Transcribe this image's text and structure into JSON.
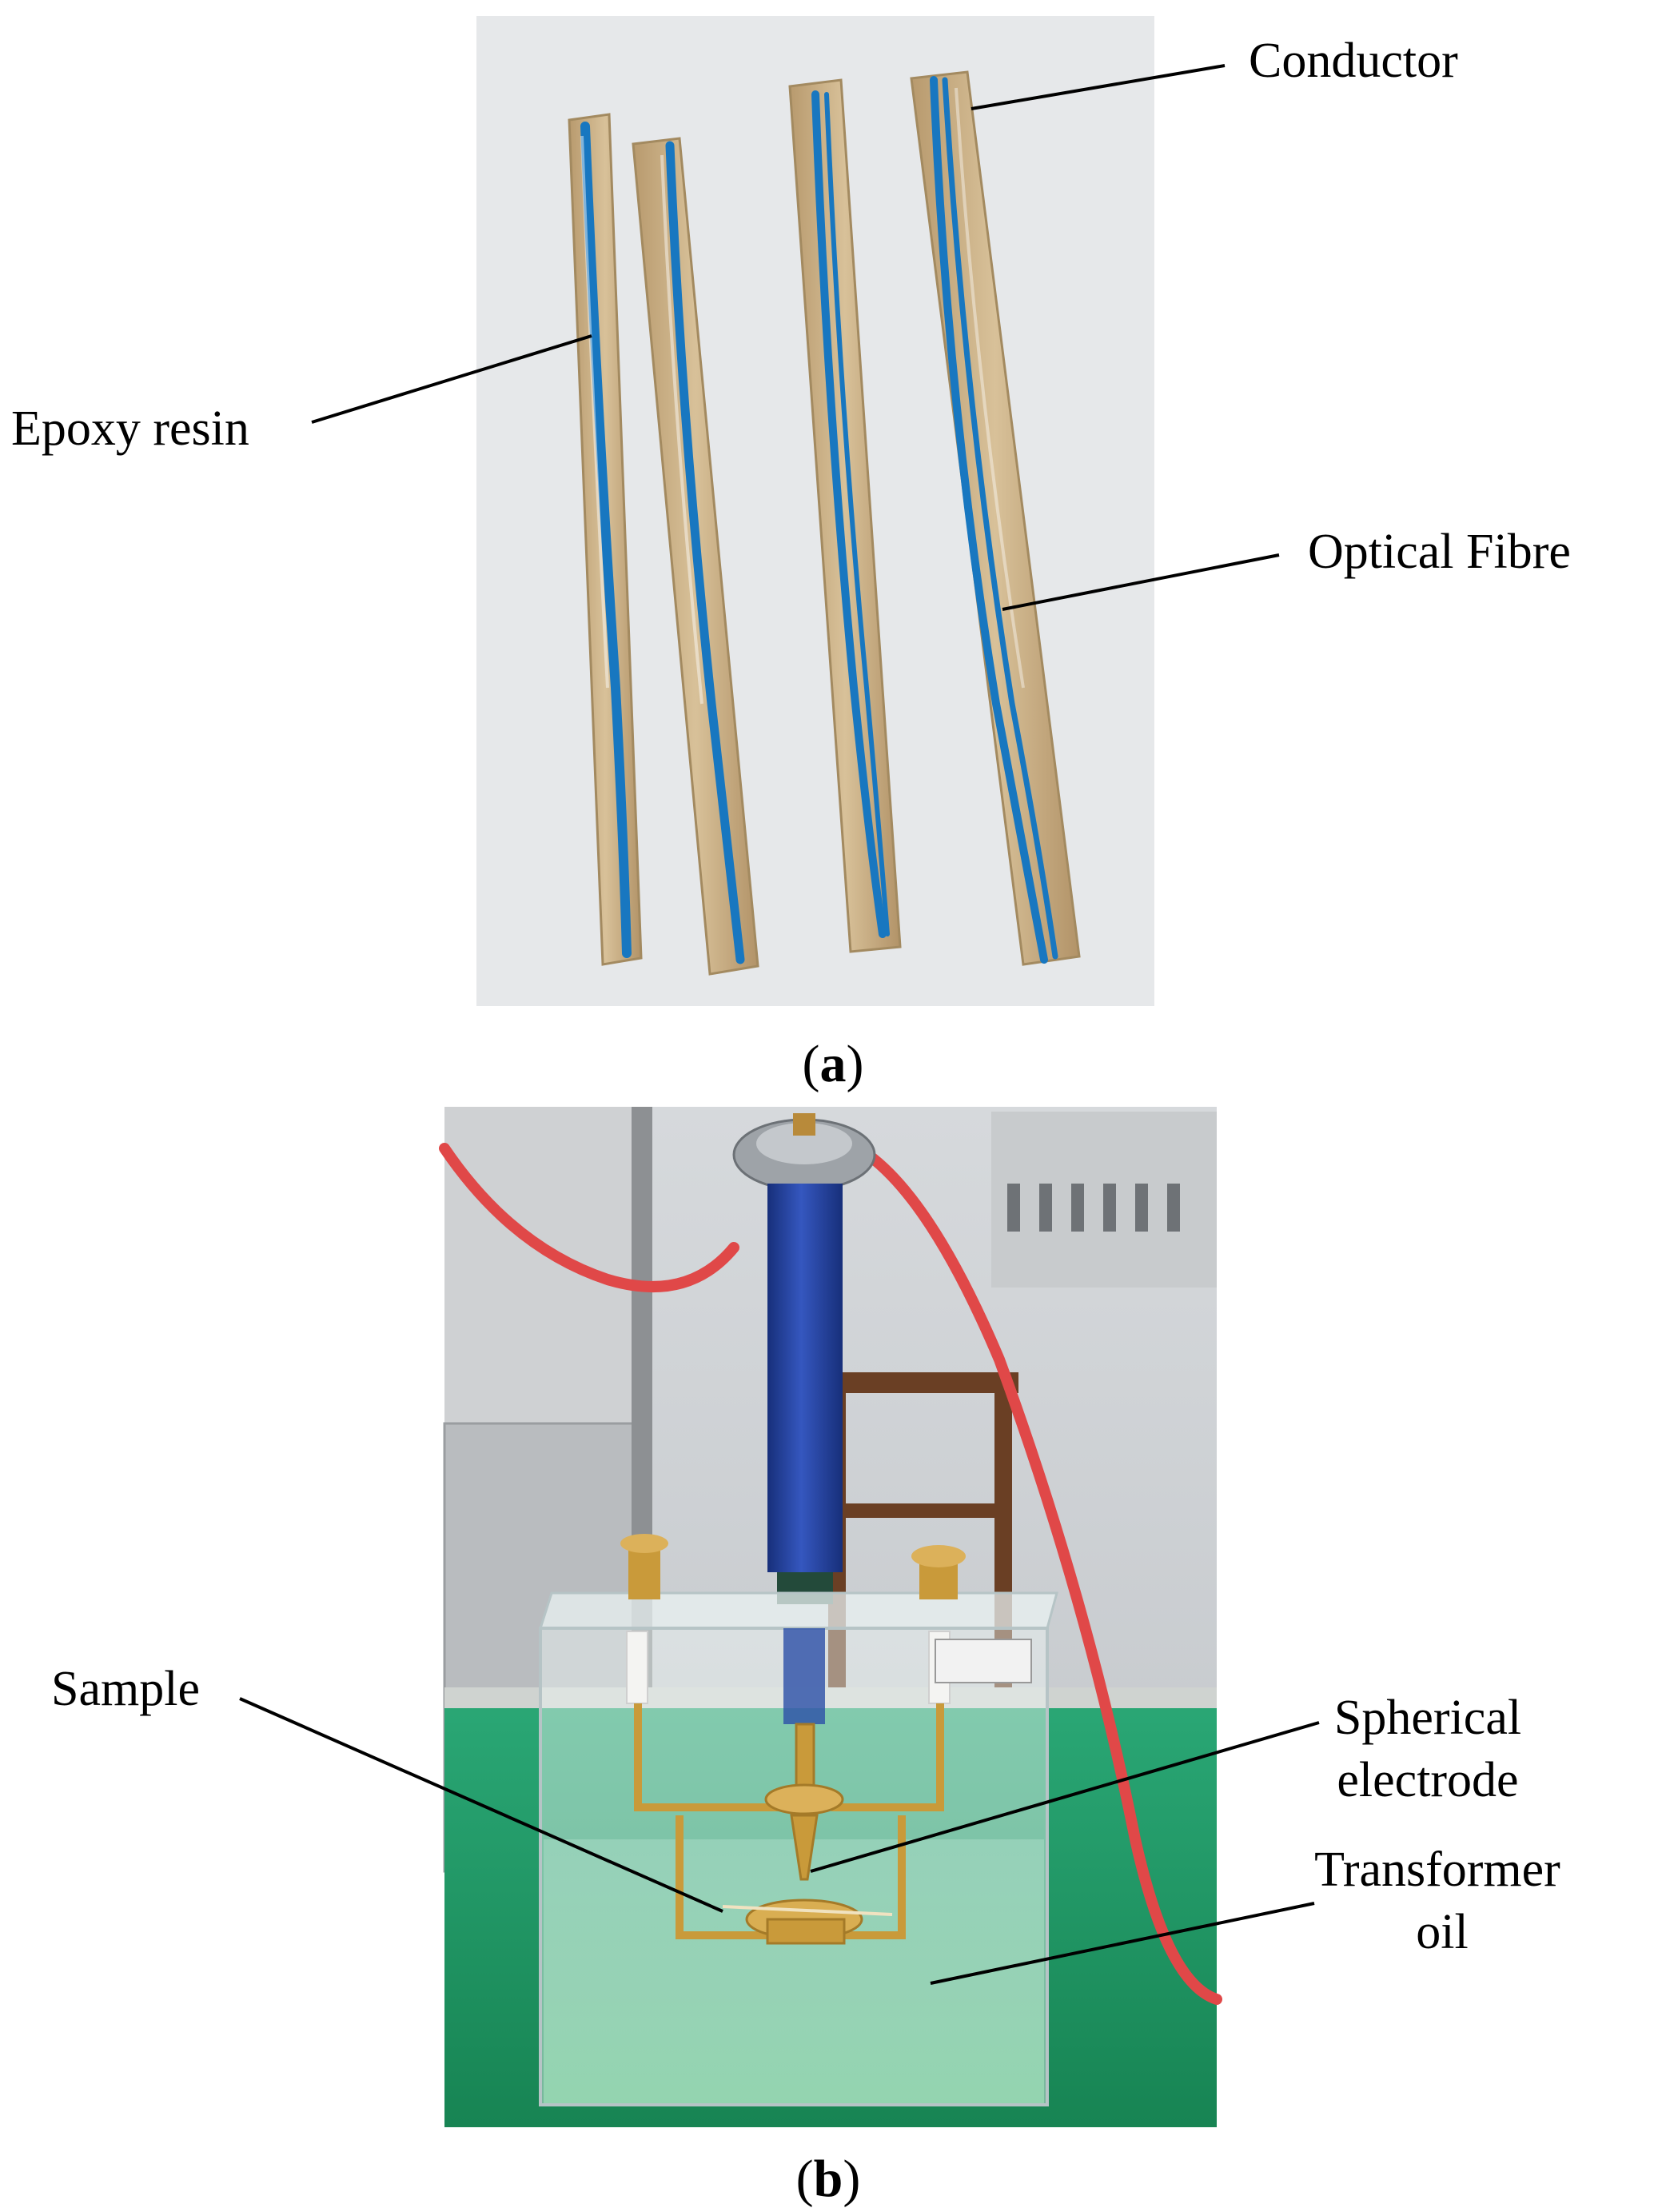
{
  "panels": [
    {
      "id": "a",
      "caption": {
        "open": "(",
        "letter": "a",
        "close": ")"
      },
      "labels": [
        "Conductor",
        "Epoxy resin",
        "Optical Fibre"
      ]
    },
    {
      "id": "b",
      "caption": {
        "open": "(",
        "letter": "b",
        "close": ")"
      },
      "labels": [
        "Sample",
        "Spherical",
        "electrode",
        "Transformer",
        "oil"
      ]
    }
  ],
  "colors": {
    "background_a": "#e6e8ea",
    "strip": "#c4a87c",
    "fibre": "#1877c0",
    "rod": "#203f99",
    "cable": "#e04848",
    "floor": "#1f9a66",
    "brass": "#c99a3a"
  }
}
